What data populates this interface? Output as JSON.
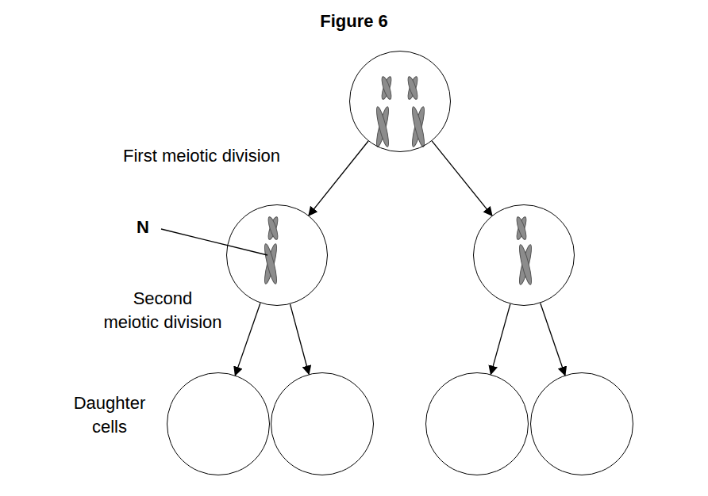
{
  "diagram": {
    "title": "Figure 6",
    "nodes": [
      {
        "text": []
      },
      {
        "text": []
      },
      {
        "text": []
      },
      {
        "text": []
      },
      {
        "text": []
      },
      {
        "text": []
      },
      {
        "text": []
      }
    ],
    "edges": [
      {
        "from": 0,
        "to": 1,
        "arrow": "to"
      },
      {
        "from": 0,
        "to": 2,
        "arrow": "to"
      },
      {
        "from": 1,
        "to": 3,
        "arrow": "to"
      },
      {
        "from": 1,
        "to": 4,
        "arrow": "to"
      },
      {
        "from": 2,
        "to": 5,
        "arrow": "to"
      },
      {
        "from": 2,
        "to": 6,
        "arrow": "to"
      }
    ],
    "labels": [
      "First meiotic division",
      "N",
      "Second meiotic division",
      "Daughter cells"
    ]
  }
}
